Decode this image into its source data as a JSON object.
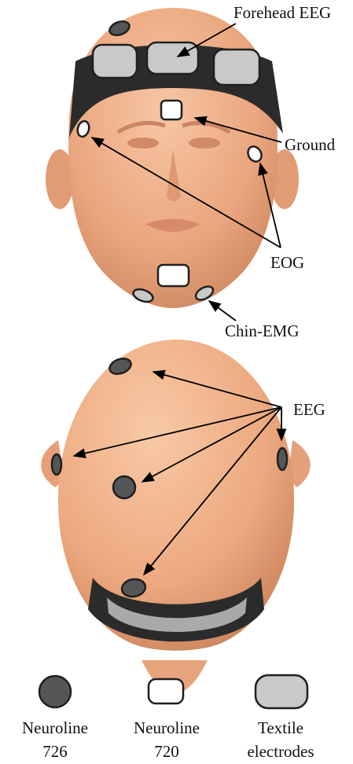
{
  "labels": {
    "forehead_eeg": "Forehead EEG",
    "ground": "Ground",
    "eog": "EOG",
    "chin_emg": "Chin-EMG",
    "eeg": "EEG"
  },
  "legend": [
    {
      "line1": "Neuroline",
      "line2": "726",
      "icon": "dark-round-electrode"
    },
    {
      "line1": "Neuroline",
      "line2": "720",
      "icon": "white-square-electrode"
    },
    {
      "line1": "Textile",
      "line2": "electrodes",
      "icon": "gray-textile-electrode"
    }
  ],
  "colors": {
    "skin": "#e9a57d",
    "headband": "#2b2b2b",
    "neuroline_726": "#555657",
    "neuroline_720": "#ffffff",
    "textile": "#c9c9c9"
  }
}
